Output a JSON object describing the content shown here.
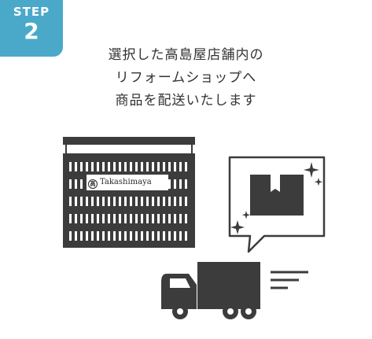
{
  "step": {
    "label": "STEP",
    "number": "2",
    "color": "#4aa9c9"
  },
  "description": {
    "lines": [
      "選択した高島屋店舗内の",
      "リフォームショップへ",
      "商品を配送いたします"
    ]
  },
  "illustration": {
    "store_sign": "Takashimaya",
    "icons": [
      "department-store-icon",
      "package-speech-bubble-icon",
      "sparkle-icon",
      "delivery-truck-icon",
      "speed-lines-icon"
    ],
    "fill_color": "#3c3c3c"
  }
}
